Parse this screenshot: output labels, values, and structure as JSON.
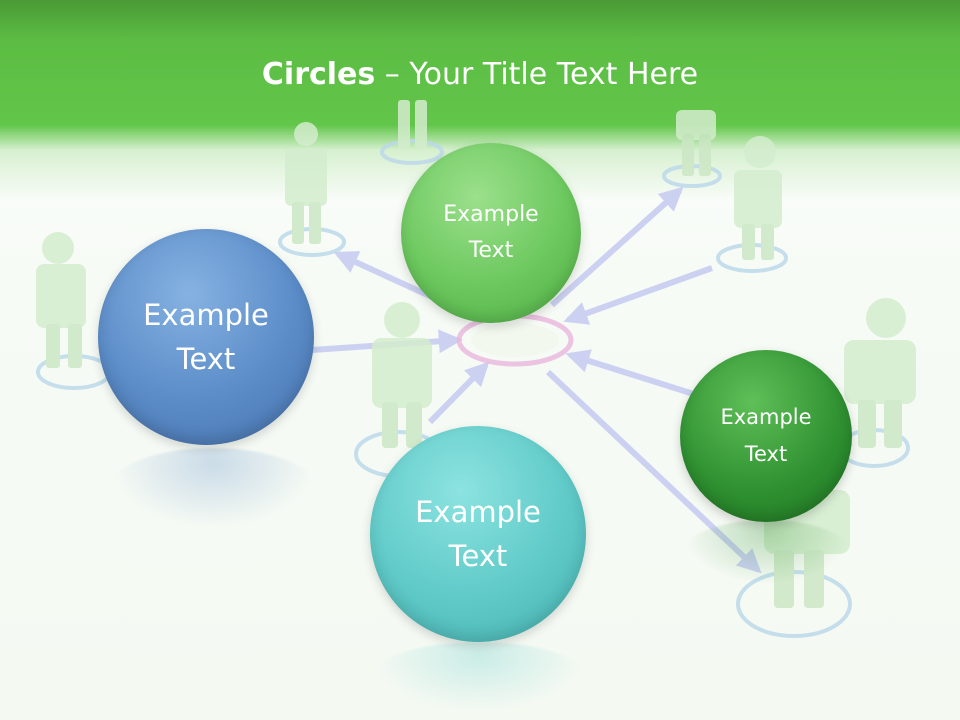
{
  "slide": {
    "title_bold": "Circles",
    "title_rest": " – Your Title Text Here"
  },
  "bubbles": {
    "blue": "Example\nText",
    "top_green": "Example\nText",
    "teal": "Example\nText",
    "dark_green": "Example\nText"
  },
  "colors": {
    "header_green": "#5cbc43",
    "figure_green": "#cfe9c8",
    "ring_blue": "#a9cfe6",
    "arrow_lavender": "#c8cdf2",
    "center_ring_pink": "#e6a9d8",
    "blue": "#5b8cc8",
    "top_green": "#6cc85e",
    "teal": "#5fcac8",
    "dark_green": "#2e9030"
  }
}
